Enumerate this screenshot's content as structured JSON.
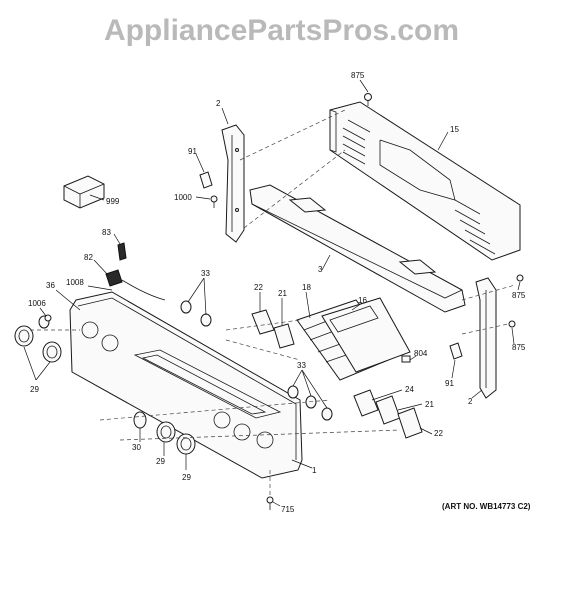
{
  "watermark": "AppliancePartsPros.com",
  "art_number": "(ART NO. WB14773 C2)",
  "callouts": {
    "c875a": "875",
    "c2a": "2",
    "c15": "15",
    "c91a": "91",
    "c1000": "1000",
    "c999": "999",
    "c3": "3",
    "c83": "83",
    "c82": "82",
    "c33a": "33",
    "c1008": "1008",
    "c36": "36",
    "c1006": "1006",
    "c22a": "22",
    "c21a": "21",
    "c18": "18",
    "c16": "16",
    "c875b": "875",
    "c875c": "875",
    "c804": "804",
    "c91b": "91",
    "c2b": "2",
    "c29a": "29",
    "c33b": "33",
    "c24": "24",
    "c21b": "21",
    "c22b": "22",
    "c30": "30",
    "c29b": "29",
    "c29c": "29",
    "c1": "1",
    "c715": "715"
  }
}
